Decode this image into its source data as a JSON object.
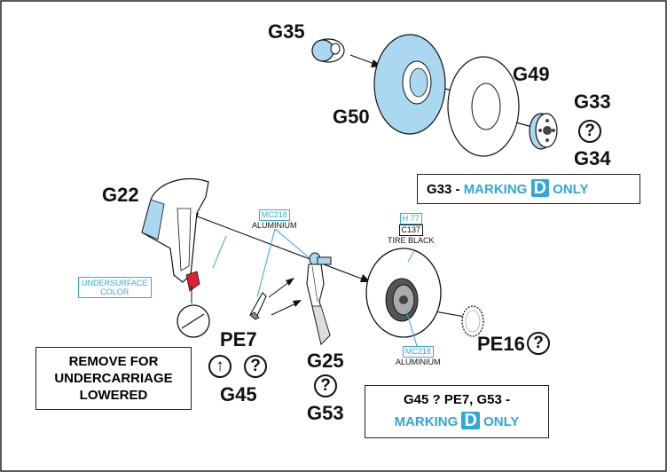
{
  "parts": {
    "g35": "G35",
    "g50": "G50",
    "g49": "G49",
    "g33": "G33",
    "g34": "G34",
    "g22": "G22",
    "pe7": "PE7",
    "g45": "G45",
    "g25": "G25",
    "g53": "G53",
    "pe16": "PE16"
  },
  "question_symbol": "?",
  "arrow_symbol": "↑",
  "paints": {
    "undersurface": "UNDERSURFACE\nCOLOR",
    "strut_code": "MC218",
    "strut_name": "ALUMINIUM",
    "tire_code1": "H 77",
    "tire_code2": "C137",
    "tire_name": "TIRE BLACK",
    "hub_code": "MC218",
    "hub_name": "ALUMINIUM"
  },
  "notes": {
    "g33_prefix": "G33 - ",
    "g33_marking": "MARKING",
    "g33_badge": "D",
    "g33_only": "ONLY",
    "remove": "REMOVE FOR\nUNDERCARRIAGE\nLOWERED",
    "g45_line1": "G45 ? PE7, G53 -",
    "g45_marking": "MARKING",
    "g45_badge": "D",
    "g45_only": "ONLY"
  },
  "colors": {
    "accent_blue": "#2fa6dc",
    "paint_blue": "#a9d8f0",
    "warning_red": "#e0202a"
  }
}
